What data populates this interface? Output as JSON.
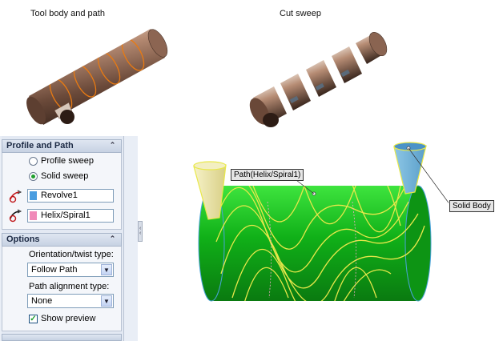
{
  "captions": {
    "tool_body": "Tool body and path",
    "cut_sweep": "Cut sweep"
  },
  "profile_path": {
    "header": "Profile and Path",
    "profile_sweep_label": "Profile sweep",
    "solid_sweep_label": "Solid sweep",
    "selected_mode": "Solid sweep",
    "tool_body_value": "Revolve1",
    "path_value": "Helix/Spiral1",
    "tool_body_color": "#4a9de0",
    "path_color": "#f08ab8"
  },
  "options": {
    "header": "Options",
    "orientation_label": "Orientation/twist type:",
    "orientation_value": "Follow Path",
    "alignment_label": "Path alignment type:",
    "alignment_value": "None",
    "show_preview_label": "Show preview",
    "show_preview_checked": true
  },
  "viewport": {
    "path_tag": "Path(Helix/Spiral1)",
    "solid_tag": "Solid Body",
    "cylinder_color": "#10b018",
    "helix_color": "#e8e84a"
  }
}
